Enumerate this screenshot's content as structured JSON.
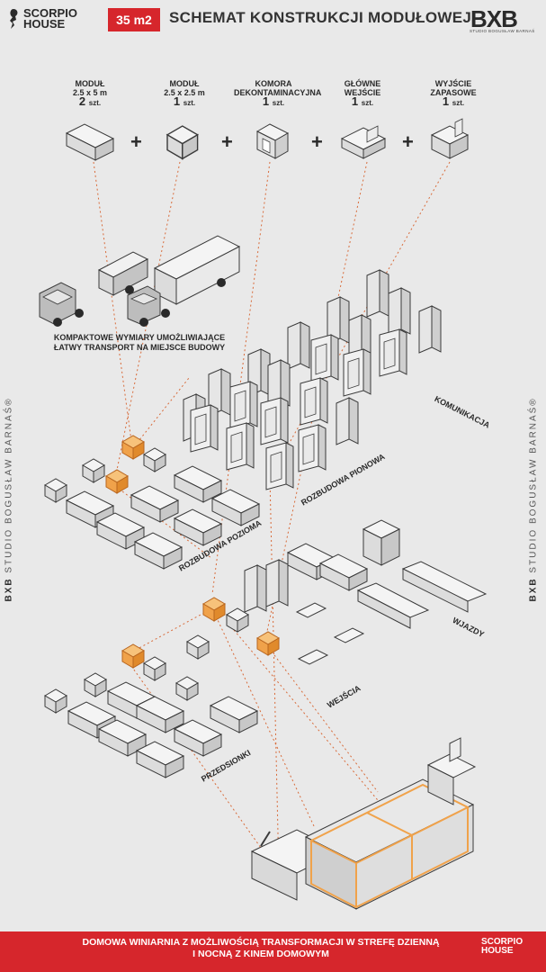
{
  "header": {
    "brand_line1": "SCORPIO",
    "brand_line2": "HOUSE",
    "area_badge": "35 m2",
    "title": "SCHEMAT KONSTRUKCJI MODUŁOWEJ",
    "studio_logo": "BXB",
    "studio_sub": "STUDIO BOGUSŁAW BARNAŚ"
  },
  "modules": [
    {
      "line1": "MODUŁ",
      "line2": "2.5 x 5 m",
      "qty": "2",
      "unit": "szt."
    },
    {
      "line1": "MODUŁ",
      "line2": "2.5 x 2.5 m",
      "qty": "1",
      "unit": "szt."
    },
    {
      "line1": "KOMORA",
      "line2": "DEKONTAMINACYJNA",
      "qty": "1",
      "unit": "szt."
    },
    {
      "line1": "GŁÓWNE",
      "line2": "WEJŚCIE",
      "qty": "1",
      "unit": "szt."
    },
    {
      "line1": "WYJŚCIE",
      "line2": "ZAPASOWE",
      "qty": "1",
      "unit": "szt."
    }
  ],
  "plus_sign": "+",
  "transport_caption_line1": "KOMPAKTOWE WYMIARY UMOŻLIWIAJĄCE",
  "transport_caption_line2": "ŁATWY TRANSPORT NA MIEJSCE BUDOWY",
  "groups": {
    "komunikacja": "KOMUNIKACJA",
    "rozbudowa_pionowa": "ROZBUDOWA PIONOWA",
    "rozbudowa_pozioma": "ROZBUDOWA POZIOMA",
    "wjazdy": "WJAZDY",
    "wejscia": "WEJŚCIA",
    "przedsionki": "PRZEDSIONKI"
  },
  "side_left": {
    "brand": "BXB",
    "text": "STUDIO BOGUSŁAW BARNAŚ®"
  },
  "side_right": {
    "brand": "BXB",
    "text": "STUDIO BOGUSŁAW BARNAŚ®"
  },
  "footer": {
    "line1": "DOMOWA WINIARNIA Z MOŻLIWOŚCIĄ TRANSFORMACJI  W STREFĘ DZIENNĄ",
    "line2": "I NOCNĄ Z KINEM DOMOWYM",
    "logo_line1": "SCORPIO",
    "logo_line2": "HOUSE"
  },
  "colors": {
    "accent_red": "#d6262c",
    "highlight_orange": "#f0a24a",
    "line_dotted": "#d86b3a",
    "background": "#e9e9e9",
    "module_outline": "#3a3a3a"
  }
}
